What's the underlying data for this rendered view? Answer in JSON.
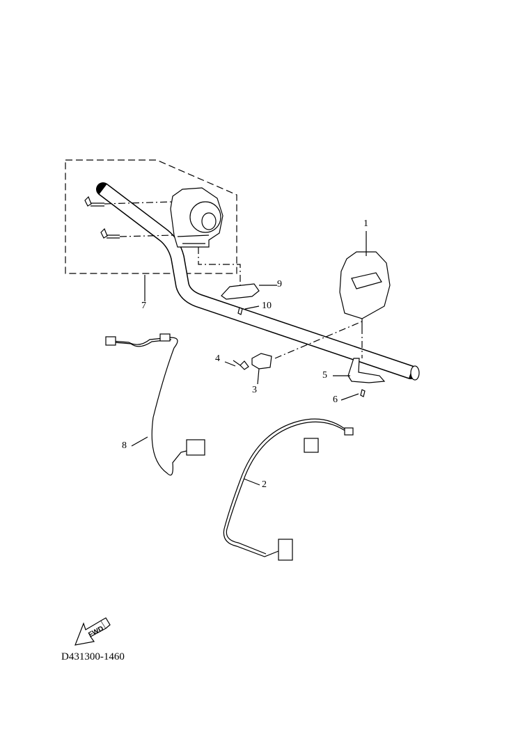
{
  "diagram": {
    "code": "D431300-1460",
    "fwd_label": "FWD",
    "callouts": [
      "1",
      "2",
      "3",
      "4",
      "5",
      "6",
      "7",
      "8",
      "9",
      "10"
    ]
  }
}
